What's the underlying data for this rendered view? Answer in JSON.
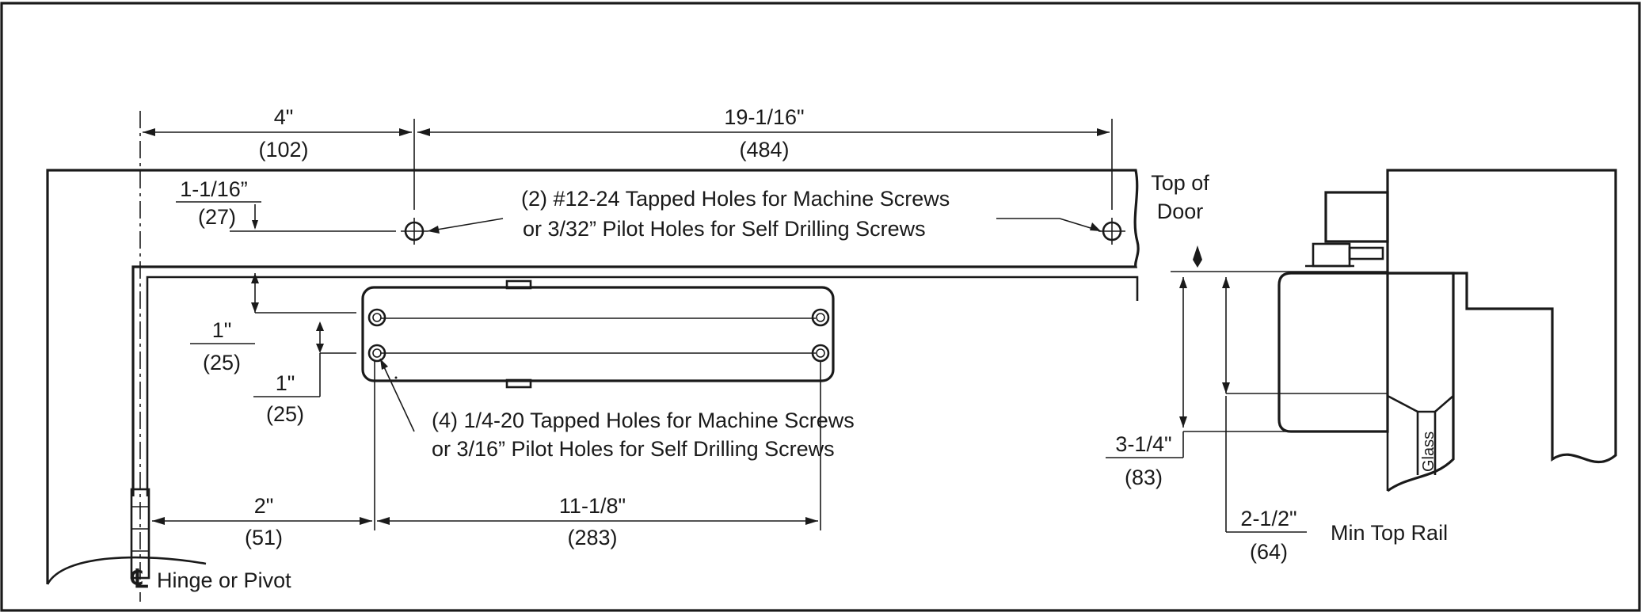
{
  "dimensions": {
    "top_left": {
      "in": "4\"",
      "mm": "(102)"
    },
    "top_right": {
      "in": "19-1/16\"",
      "mm": "(484)"
    },
    "hole_offset": {
      "in": "1-1/16”",
      "mm": "(27)"
    },
    "closer_top": {
      "in": "1\"",
      "mm": "(25)"
    },
    "closer_between": {
      "in": "1\"",
      "mm": "(25)"
    },
    "bottom_left": {
      "in": "2\"",
      "mm": "(51)"
    },
    "bottom_right": {
      "in": "11-1/8\"",
      "mm": "(283)"
    },
    "door_height": {
      "in": "3-1/4\"",
      "mm": "(83)"
    },
    "min_rail": {
      "in": "2-1/2\"",
      "mm": "(64)"
    }
  },
  "notes": {
    "frame_holes_line1": "(2) #12-24 Tapped Holes for Machine Screws",
    "frame_holes_line2": "or 3/32” Pilot Holes for Self Drilling Screws",
    "closer_holes_line1": "(4) 1/4-20 Tapped Holes for Machine Screws",
    "closer_holes_line2": "or 3/16” Pilot Holes for Self Drilling Screws",
    "top_of_door_line1": "Top of",
    "top_of_door_line2": "Door",
    "min_top_rail": "Min Top Rail",
    "hinge_symbol": "℄",
    "hinge_label": "Hinge or Pivot",
    "glass": "Glass"
  }
}
